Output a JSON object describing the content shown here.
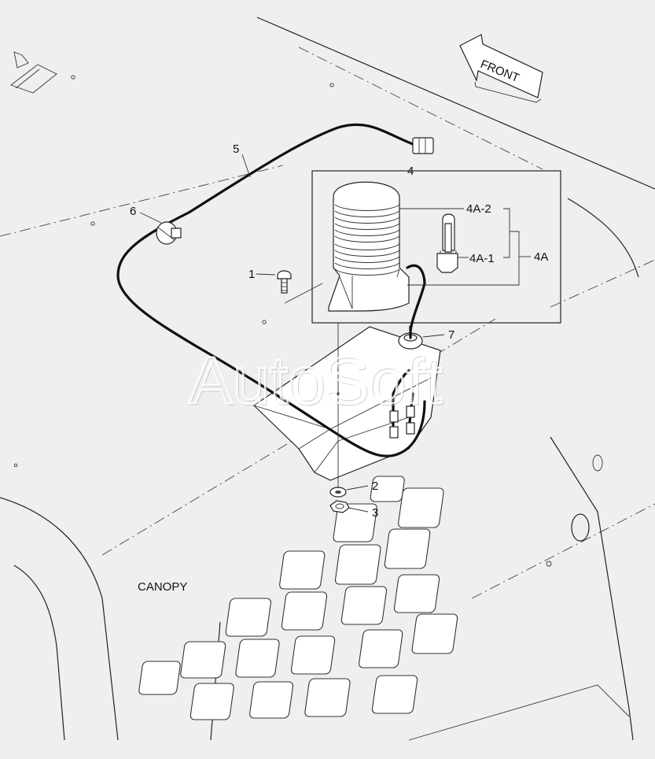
{
  "diagram": {
    "front_label": "FRONT",
    "canopy_label": "CANOPY",
    "watermark": "AutoSoft",
    "callouts": {
      "c1": "1",
      "c2": "2",
      "c3": "3",
      "c4": "4",
      "c4a": "4A",
      "c4a1": "4A-1",
      "c4a2": "4A-2",
      "c5": "5",
      "c6": "6",
      "c7": "7"
    }
  }
}
